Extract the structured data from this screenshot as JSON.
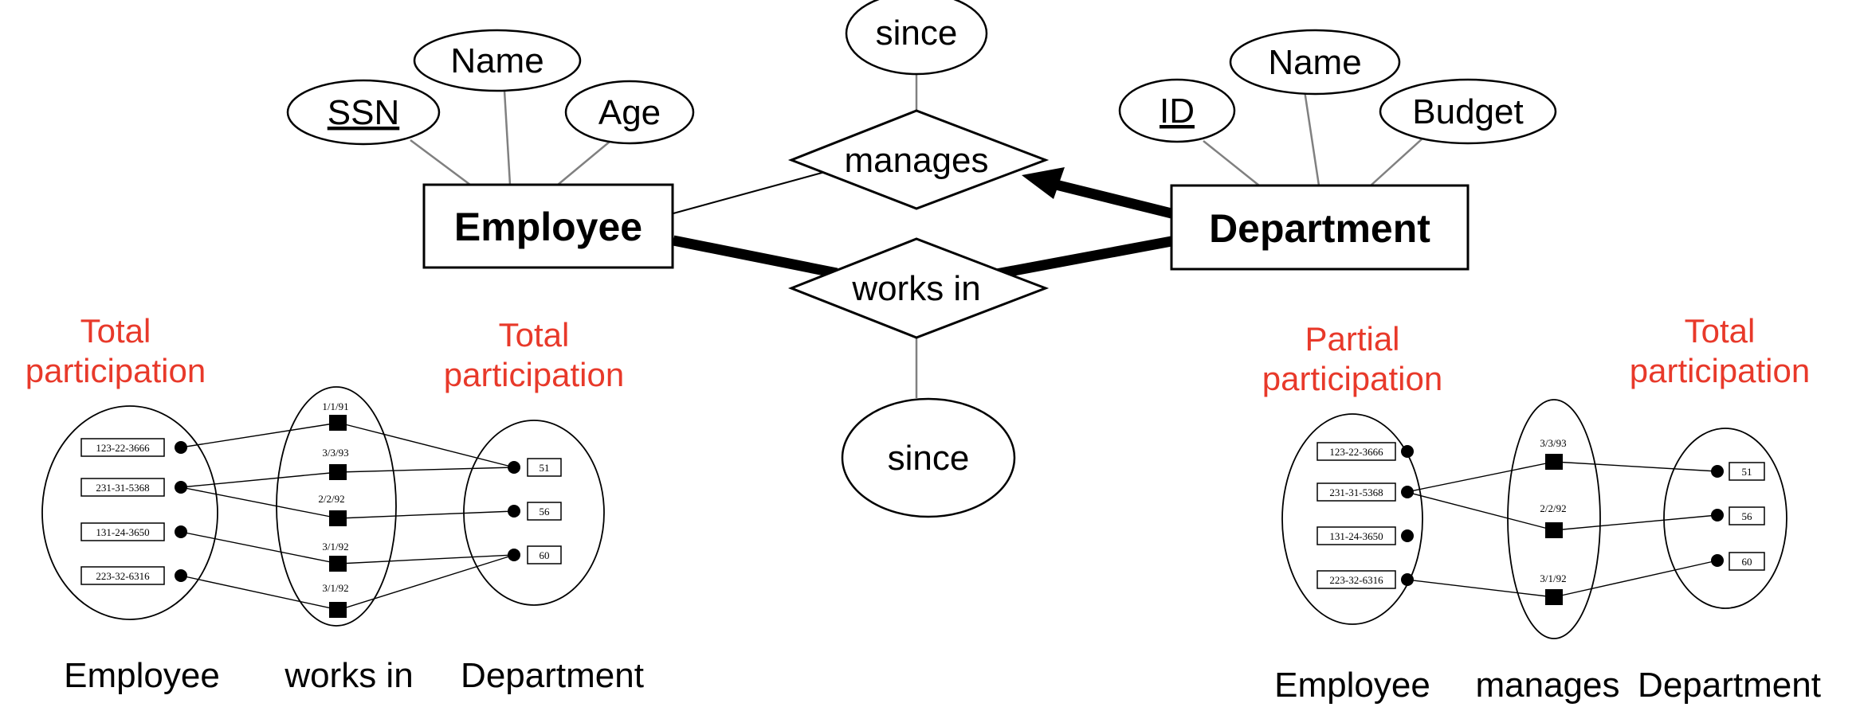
{
  "er": {
    "employee": {
      "label": "Employee",
      "attrs": {
        "ssn": "SSN",
        "name": "Name",
        "age": "Age"
      }
    },
    "department": {
      "label": "Department",
      "attrs": {
        "id": "ID",
        "name": "Name",
        "budget": "Budget"
      }
    },
    "manages": {
      "label": "manages",
      "attr": "since"
    },
    "works_in": {
      "label": "works in",
      "attr": "since"
    }
  },
  "left": {
    "emp_note": "Total participation",
    "dept_note": "Total participation",
    "employees": [
      "123-22-3666",
      "231-31-5368",
      "131-24-3650",
      "223-32-6316"
    ],
    "relationships": [
      "1/1/91",
      "3/3/93",
      "2/2/92",
      "3/1/92",
      "3/1/92"
    ],
    "departments": [
      "51",
      "56",
      "60"
    ],
    "captions": {
      "employee": "Employee",
      "rel": "works in",
      "department": "Department"
    }
  },
  "right": {
    "emp_note": "Partial participation",
    "dept_note": "Total participation",
    "employees": [
      "123-22-3666",
      "231-31-5368",
      "131-24-3650",
      "223-32-6316"
    ],
    "relationships": [
      "3/3/93",
      "2/2/92",
      "3/1/92"
    ],
    "departments": [
      "51",
      "56",
      "60"
    ],
    "captions": {
      "employee": "Employee",
      "rel": "manages",
      "department": "Department"
    }
  },
  "colors": {
    "note": "#e8392a"
  }
}
